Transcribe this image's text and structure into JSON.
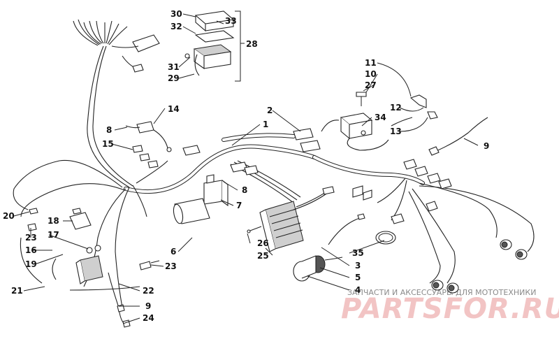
{
  "diagram": {
    "callouts": [
      {
        "id": "c30",
        "label": "30"
      },
      {
        "id": "c32",
        "label": "32"
      },
      {
        "id": "c33",
        "label": "33"
      },
      {
        "id": "c28",
        "label": "28"
      },
      {
        "id": "c31",
        "label": "31"
      },
      {
        "id": "c29",
        "label": "29"
      },
      {
        "id": "c11",
        "label": "11"
      },
      {
        "id": "c10",
        "label": "10"
      },
      {
        "id": "c27",
        "label": "27"
      },
      {
        "id": "c14",
        "label": "14"
      },
      {
        "id": "c2",
        "label": "2"
      },
      {
        "id": "c1",
        "label": "1"
      },
      {
        "id": "c34",
        "label": "34"
      },
      {
        "id": "c12",
        "label": "12"
      },
      {
        "id": "c13",
        "label": "13"
      },
      {
        "id": "c8a",
        "label": "8"
      },
      {
        "id": "c15",
        "label": "15"
      },
      {
        "id": "c9a",
        "label": "9"
      },
      {
        "id": "c8b",
        "label": "8"
      },
      {
        "id": "c7",
        "label": "7"
      },
      {
        "id": "c20",
        "label": "20"
      },
      {
        "id": "c18",
        "label": "18"
      },
      {
        "id": "c23a",
        "label": "23"
      },
      {
        "id": "c17",
        "label": "17"
      },
      {
        "id": "c16",
        "label": "16"
      },
      {
        "id": "c19",
        "label": "19"
      },
      {
        "id": "c6",
        "label": "6"
      },
      {
        "id": "c26",
        "label": "26"
      },
      {
        "id": "c25",
        "label": "25"
      },
      {
        "id": "c35",
        "label": "35"
      },
      {
        "id": "c3",
        "label": "3"
      },
      {
        "id": "c23b",
        "label": "23"
      },
      {
        "id": "c5",
        "label": "5"
      },
      {
        "id": "c4",
        "label": "4"
      },
      {
        "id": "c21",
        "label": "21"
      },
      {
        "id": "c22",
        "label": "22"
      },
      {
        "id": "c9b",
        "label": "9"
      },
      {
        "id": "c24",
        "label": "24"
      }
    ]
  },
  "watermark": {
    "caption": "ЗАПЧАСТИ И АКСЕССУАРЫ ДЛЯ МОТОТЕХНИКИ",
    "logo_text": "PARTSFOR.RU",
    "logo_color": "#f2c4c4"
  }
}
